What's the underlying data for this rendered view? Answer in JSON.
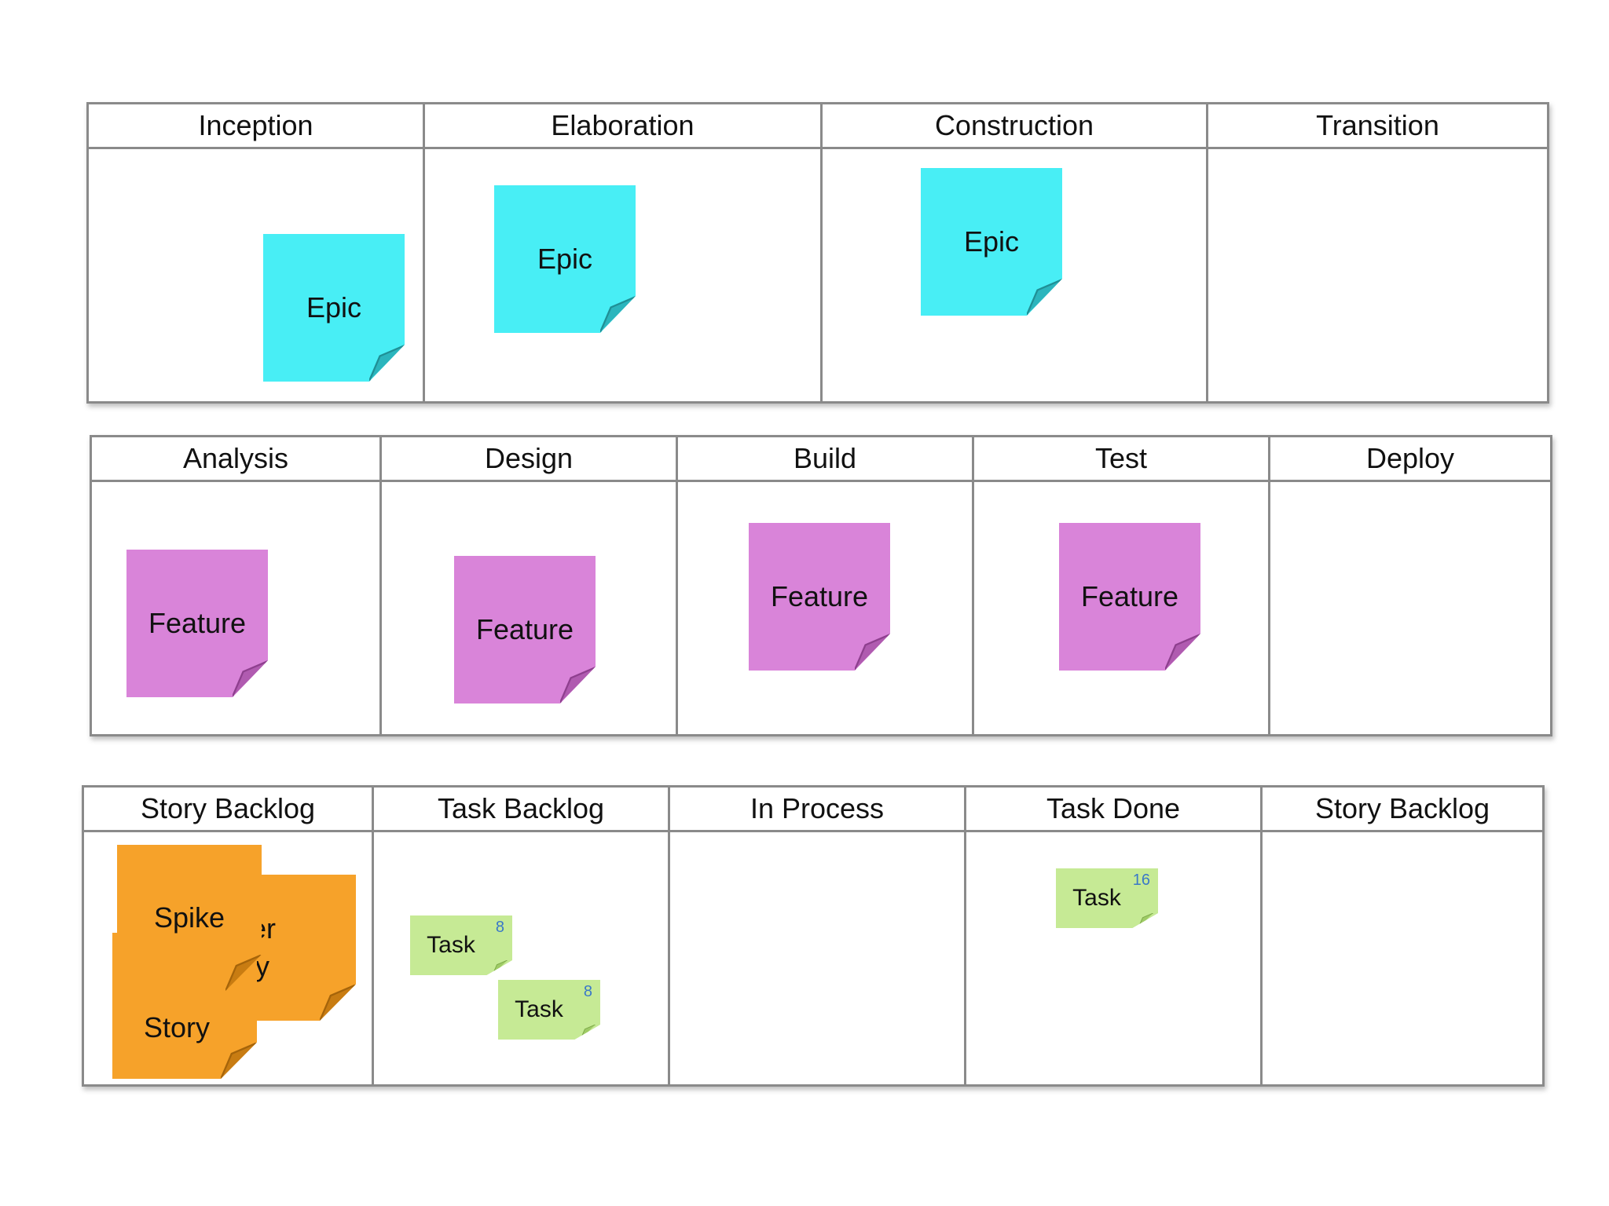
{
  "boards": {
    "phases": {
      "headers": [
        "Inception",
        "Elaboration",
        "Construction",
        "Transition"
      ],
      "notes": [
        "Epic",
        "Epic",
        "Epic"
      ]
    },
    "flow": {
      "headers": [
        "Analysis",
        "Design",
        "Build",
        "Test",
        "Deploy"
      ],
      "notes": [
        "Feature",
        "Feature",
        "Feature",
        "Feature"
      ]
    },
    "iteration": {
      "headers": [
        "Story Backlog",
        "Task Backlog",
        "In Process",
        "Task Done",
        "Story Backlog"
      ],
      "notes": {
        "user_story_1": "Jser",
        "user_story_2": "tory",
        "story": "Story",
        "spike": "Spike",
        "task_a": "Task",
        "task_a_points": "8",
        "task_b": "Task",
        "task_b_points": "8",
        "task_c": "Task",
        "task_c_points": "16"
      }
    }
  },
  "colors": {
    "epic": "#48eef5",
    "feature": "#d984d9",
    "story": "#f6a22a",
    "task": "#c6ea95",
    "points_text": "#3a78c8",
    "border": "#8a8a8a"
  }
}
